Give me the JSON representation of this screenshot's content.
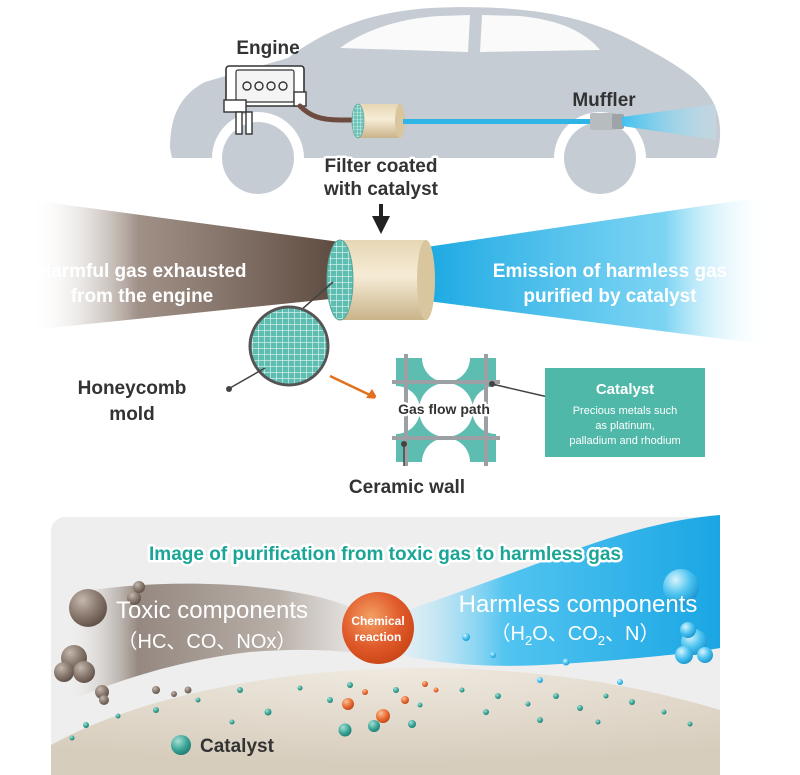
{
  "labels": {
    "engine": "Engine",
    "muffler": "Muffler",
    "filter_line1": "Filter coated",
    "filter_line2": "with catalyst",
    "harmful_line1": "Harmful gas exhausted",
    "harmful_line2": "from the engine",
    "emission_line1": "Emission of harmless gas",
    "emission_line2": "purified by catalyst",
    "honeycomb_line1": "Honeycomb",
    "honeycomb_line2": "mold",
    "gas_flow_path": "Gas flow path",
    "ceramic_wall": "Ceramic wall",
    "catalyst_title": "Catalyst",
    "catalyst_desc1": "Precious metals such",
    "catalyst_desc2": "as platinum,",
    "catalyst_desc3": "palladium and rhodium"
  },
  "bottom": {
    "title": "Image of purification from toxic gas to harmless gas",
    "toxic_title": "Toxic components",
    "toxic_formula": "（HC、CO、NOx）",
    "reaction_line1": "Chemical",
    "reaction_line2": "reaction",
    "harmless_title": "Harmless components",
    "harmless_h": "（H",
    "harmless_sub2a": "2",
    "harmless_o": "O、CO",
    "harmless_sub2b": "2",
    "harmless_n": "、N）",
    "legend_catalyst": "Catalyst"
  },
  "colors": {
    "car_body": "#c5ccd3",
    "brown_gas": "#6f5b4f",
    "blue_gas": "#2fb4e6",
    "catalyst_teal": "#4db3a3",
    "catalyst_box": "#4fb8a8",
    "title_teal": "#1aa596",
    "reaction_orange": "#e0592a",
    "arrow_orange": "#e3711c",
    "panel_bg": "#eeeeee"
  }
}
